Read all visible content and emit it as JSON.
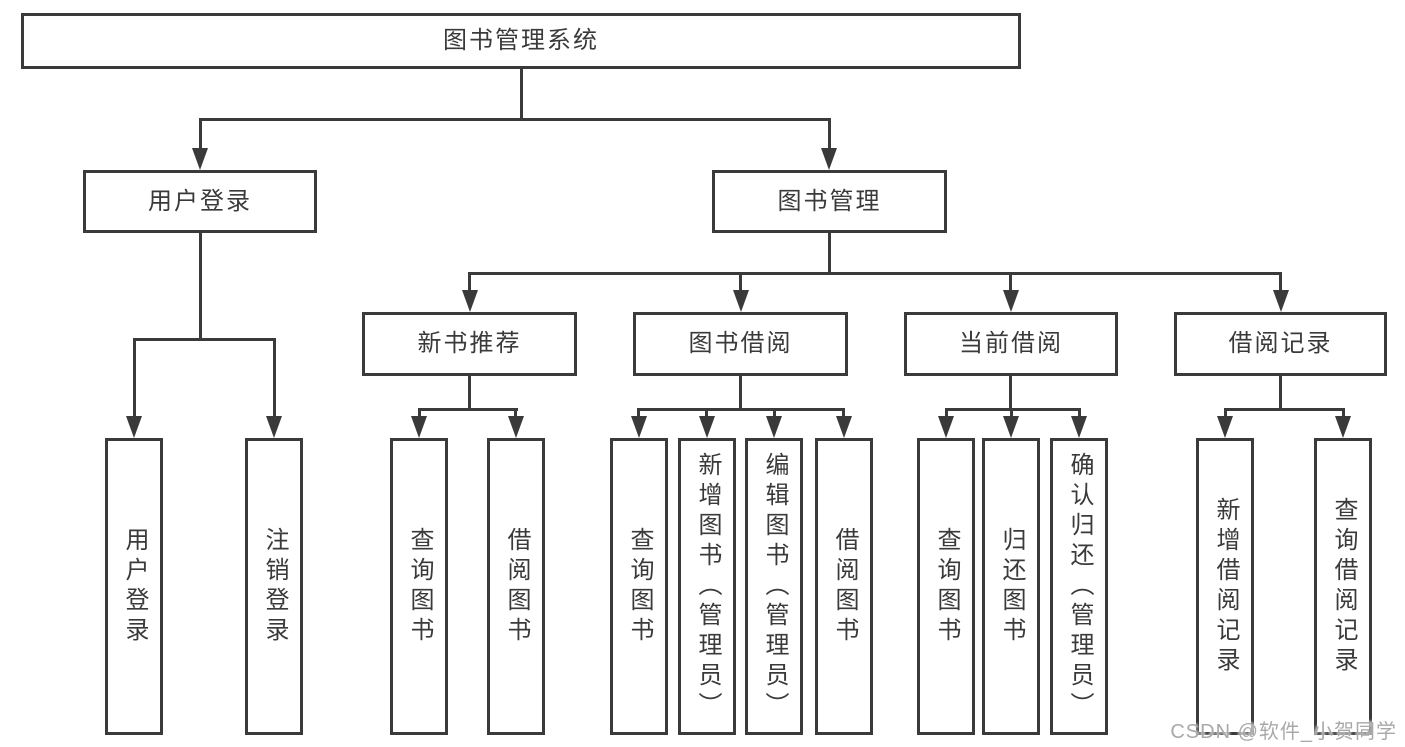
{
  "diagram": {
    "root": {
      "label": "图书管理系统"
    },
    "branches": [
      {
        "label": "用户登录",
        "children": [
          {
            "label": "用户登录"
          },
          {
            "label": "注销登录"
          }
        ]
      },
      {
        "label": "图书管理",
        "children": [
          {
            "label": "新书推荐",
            "children": [
              {
                "label": "查询图书"
              },
              {
                "label": "借阅图书"
              }
            ]
          },
          {
            "label": "图书借阅",
            "children": [
              {
                "label": "查询图书"
              },
              {
                "label": "新增图书（管理员）"
              },
              {
                "label": "编辑图书（管理员）"
              },
              {
                "label": "借阅图书"
              }
            ]
          },
          {
            "label": "当前借阅",
            "children": [
              {
                "label": "查询图书"
              },
              {
                "label": "归还图书"
              },
              {
                "label": "确认归还（管理员）"
              }
            ]
          },
          {
            "label": "借阅记录",
            "children": [
              {
                "label": "新增借阅记录"
              },
              {
                "label": "查询借阅记录"
              }
            ]
          }
        ]
      }
    ]
  },
  "watermark": {
    "text": "CSDN @软件_小贺同学"
  },
  "colors": {
    "line_and_border": "#3a3a3a",
    "text": "#3a3a3a",
    "node_fill": "#ffffff",
    "background": "#ffffff",
    "watermark_text": "#a9a9a9"
  }
}
